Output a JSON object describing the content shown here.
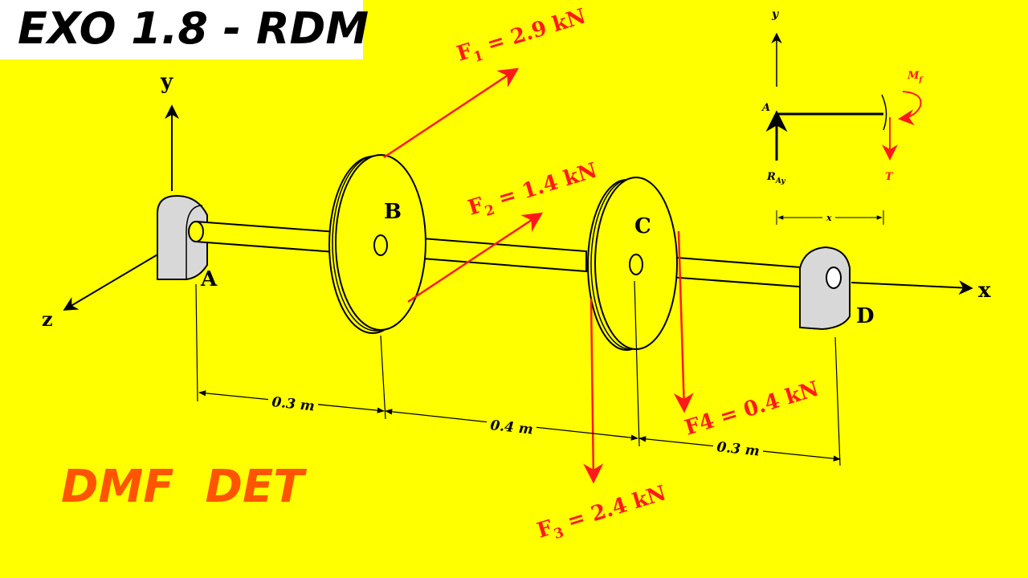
{
  "title": "EXO 1.8 - RDM",
  "subtitle": "DMF  DET",
  "colors": {
    "background": "#ffff00",
    "force": "#ff1a1a",
    "subtitle": "#ff5500"
  },
  "axes": {
    "x": "x",
    "y": "y",
    "z": "z"
  },
  "points": {
    "a": "A",
    "b": "B",
    "c": "C",
    "d": "D"
  },
  "forces": {
    "f1": {
      "name": "F",
      "sub": "1",
      "value": " = 2.9 kN"
    },
    "f2": {
      "name": "F",
      "sub": "2",
      "value": " = 1.4 kN"
    },
    "f3": {
      "name": "F",
      "sub": "3",
      "value": " = 2.4 kN"
    },
    "f4": {
      "text": "F4 = 0.4  kN"
    }
  },
  "dimensions": {
    "ab": "0.3 m",
    "bc": "0.4 m",
    "cd": "0.3 m"
  },
  "inset": {
    "y": "y",
    "a": "A",
    "r_main": "R",
    "r_sub": "Ay",
    "m_main": "M",
    "m_sub": "f",
    "t": "T",
    "x": "x"
  }
}
